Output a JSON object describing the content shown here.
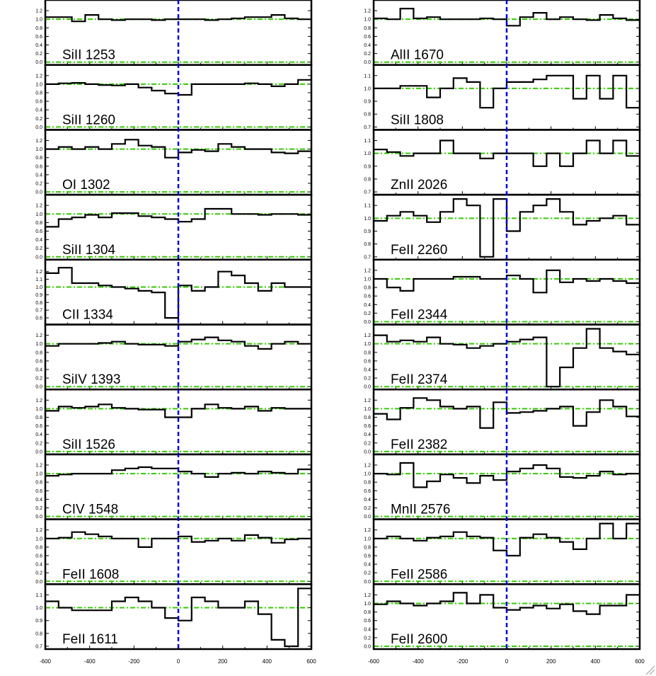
{
  "chart_data": {
    "type": "step-line",
    "x": {
      "range": [
        -600,
        600
      ],
      "ticks": [
        "-600",
        "-400",
        "-200",
        "0",
        "200",
        "400",
        "600"
      ]
    },
    "reference_lines": {
      "horizontal": [
        0.0,
        1.0
      ],
      "horizontal_color": "#33cc00",
      "vertical": 0,
      "vertical_color": "#0000dd"
    },
    "bin_edges": [
      -600,
      -540,
      -480,
      -420,
      -360,
      -300,
      -240,
      -180,
      -120,
      -60,
      0,
      60,
      120,
      180,
      240,
      300,
      360,
      420,
      480,
      540,
      600
    ],
    "columns": [
      {
        "panels": [
          {
            "label": "SiII 1253",
            "ylim": [
              0.0,
              1.35
            ],
            "yticks": [
              "0.0",
              "0.2",
              "0.4",
              "0.6",
              "0.8",
              "1.0",
              "1.2"
            ],
            "values": [
              1.05,
              1.05,
              0.95,
              1.1,
              1.0,
              0.98,
              1.0,
              1.0,
              0.98,
              1.0,
              1.0,
              1.0,
              0.98,
              1.0,
              1.02,
              1.05,
              1.05,
              1.1,
              1.02,
              1.0
            ]
          },
          {
            "label": "SiII 1260",
            "ylim": [
              0.0,
              1.35
            ],
            "yticks": [
              "0.0",
              "0.2",
              "0.4",
              "0.6",
              "0.8",
              "1.0",
              "1.2"
            ],
            "values": [
              1.0,
              1.02,
              1.03,
              1.0,
              0.98,
              0.97,
              1.0,
              0.92,
              0.85,
              0.78,
              0.75,
              1.0,
              1.0,
              1.0,
              1.0,
              1.02,
              1.0,
              0.95,
              1.0,
              1.1
            ]
          },
          {
            "label": "OI 1302",
            "ylim": [
              0.0,
              1.35
            ],
            "yticks": [
              "0.0",
              "0.2",
              "0.4",
              "0.6",
              "0.8",
              "1.0",
              "1.2"
            ],
            "values": [
              1.0,
              1.05,
              1.0,
              1.05,
              1.0,
              1.12,
              1.22,
              1.08,
              1.05,
              0.8,
              0.92,
              0.98,
              0.95,
              1.12,
              1.05,
              1.0,
              1.0,
              0.92,
              0.9,
              0.95
            ]
          },
          {
            "label": "SiII 1304",
            "ylim": [
              0.0,
              1.35
            ],
            "yticks": [
              "0.0",
              "0.2",
              "0.4",
              "0.6",
              "0.8",
              "1.0",
              "1.2"
            ],
            "values": [
              0.7,
              0.88,
              0.92,
              0.98,
              0.92,
              1.02,
              1.02,
              0.95,
              0.92,
              0.88,
              0.82,
              0.88,
              1.12,
              1.12,
              1.0,
              1.0,
              0.98,
              1.0,
              1.0,
              0.98
            ]
          },
          {
            "label": "CII 1334",
            "ylim": [
              0.55,
              1.3
            ],
            "yticks": [
              "0.6",
              "0.7",
              "0.8",
              "0.9",
              "1.0",
              "1.1",
              "1.2"
            ],
            "values": [
              1.18,
              1.25,
              1.05,
              1.05,
              1.02,
              1.0,
              0.98,
              0.95,
              0.93,
              0.6,
              1.02,
              0.95,
              1.0,
              1.2,
              1.15,
              1.05,
              0.95,
              1.05,
              1.0,
              1.0
            ]
          },
          {
            "label": "SiIV 1393",
            "ylim": [
              0.0,
              1.35
            ],
            "yticks": [
              "0.0",
              "0.2",
              "0.4",
              "0.6",
              "0.8",
              "1.0",
              "1.2"
            ],
            "values": [
              0.95,
              1.0,
              1.0,
              1.0,
              1.02,
              1.05,
              1.0,
              0.98,
              0.98,
              0.95,
              1.05,
              1.1,
              1.15,
              1.08,
              1.05,
              0.95,
              0.88,
              1.0,
              1.05,
              1.0
            ]
          },
          {
            "label": "SiII 1526",
            "ylim": [
              0.0,
              1.35
            ],
            "yticks": [
              "0.0",
              "0.2",
              "0.4",
              "0.6",
              "0.8",
              "1.0",
              "1.2"
            ],
            "values": [
              0.95,
              1.05,
              1.02,
              1.05,
              1.1,
              1.02,
              1.0,
              0.98,
              0.98,
              0.8,
              0.8,
              1.0,
              1.1,
              1.02,
              1.0,
              1.05,
              0.95,
              1.02,
              1.0,
              1.0
            ]
          },
          {
            "label": "CIV 1548",
            "ylim": [
              0.0,
              1.35
            ],
            "yticks": [
              "0.0",
              "0.2",
              "0.4",
              "0.6",
              "0.8",
              "1.0",
              "1.2"
            ],
            "values": [
              0.95,
              0.98,
              1.0,
              1.0,
              1.0,
              1.08,
              1.12,
              1.15,
              1.12,
              1.12,
              1.05,
              1.0,
              0.92,
              1.0,
              1.02,
              1.0,
              1.05,
              1.02,
              1.0,
              1.1
            ]
          },
          {
            "label": "FeII 1608",
            "ylim": [
              0.0,
              1.35
            ],
            "yticks": [
              "0.0",
              "0.2",
              "0.4",
              "0.6",
              "0.8",
              "1.0",
              "1.2"
            ],
            "values": [
              1.0,
              1.02,
              1.15,
              1.1,
              1.05,
              1.0,
              1.0,
              0.8,
              1.0,
              1.0,
              1.05,
              0.92,
              0.95,
              1.0,
              0.95,
              1.08,
              1.02,
              0.9,
              0.98,
              1.0
            ]
          },
          {
            "label": "FeII 1611",
            "ylim": [
              0.7,
              1.15
            ],
            "yticks": [
              "0.7",
              "0.8",
              "0.9",
              "1.0",
              "1.1"
            ],
            "values": [
              1.05,
              1.0,
              0.98,
              0.98,
              0.98,
              1.05,
              1.08,
              1.05,
              1.0,
              0.92,
              0.9,
              1.08,
              1.05,
              1.0,
              1.0,
              1.05,
              0.95,
              0.75,
              0.68,
              1.15
            ]
          }
        ]
      },
      {
        "panels": [
          {
            "label": "AlII 1670",
            "ylim": [
              0.0,
              1.35
            ],
            "yticks": [
              "0.0",
              "0.2",
              "0.4",
              "0.6",
              "0.8",
              "1.0",
              "1.2"
            ],
            "values": [
              1.02,
              1.0,
              1.25,
              1.02,
              1.05,
              1.0,
              1.0,
              1.0,
              1.02,
              1.0,
              0.85,
              1.05,
              1.15,
              1.0,
              1.05,
              1.0,
              0.98,
              1.1,
              1.02,
              0.98
            ]
          },
          {
            "label": "SiII 1808",
            "ylim": [
              0.7,
              1.15
            ],
            "yticks": [
              "0.7",
              "0.8",
              "0.9",
              "1.0",
              "1.1"
            ],
            "values": [
              1.0,
              1.0,
              1.02,
              1.02,
              0.93,
              1.0,
              1.08,
              1.05,
              0.85,
              1.0,
              1.05,
              1.05,
              1.07,
              1.1,
              1.1,
              0.92,
              1.1,
              0.92,
              1.1,
              0.85
            ]
          },
          {
            "label": "ZnII 2026",
            "ylim": [
              0.7,
              1.15
            ],
            "yticks": [
              "0.7",
              "0.8",
              "0.9",
              "1.0",
              "1.1"
            ],
            "values": [
              1.03,
              1.01,
              0.98,
              1.0,
              1.0,
              1.1,
              1.0,
              1.0,
              0.96,
              1.0,
              1.0,
              1.0,
              0.9,
              1.0,
              0.9,
              1.0,
              1.1,
              1.0,
              1.1,
              0.98
            ]
          },
          {
            "label": "FeII 2260",
            "ylim": [
              0.7,
              1.15
            ],
            "yticks": [
              "0.7",
              "0.8",
              "0.9",
              "1.0",
              "1.1"
            ],
            "values": [
              0.98,
              1.02,
              1.05,
              1.02,
              0.97,
              1.05,
              1.15,
              1.1,
              0.7,
              1.15,
              0.9,
              1.05,
              1.1,
              1.15,
              1.05,
              0.95,
              0.98,
              1.0,
              1.02,
              0.95
            ]
          },
          {
            "label": "FeII 2344",
            "ylim": [
              0.0,
              1.35
            ],
            "yticks": [
              "0.0",
              "0.2",
              "0.4",
              "0.6",
              "0.8",
              "1.0",
              "1.2"
            ],
            "values": [
              1.0,
              0.8,
              0.72,
              1.0,
              1.0,
              1.0,
              1.05,
              1.05,
              1.0,
              1.0,
              1.08,
              1.0,
              0.68,
              1.2,
              0.92,
              1.0,
              0.95,
              1.0,
              0.95,
              0.9
            ]
          },
          {
            "label": "FeII 2374",
            "ylim": [
              0.0,
              1.35
            ],
            "yticks": [
              "0.0",
              "0.2",
              "0.4",
              "0.6",
              "0.8",
              "1.0",
              "1.2"
            ],
            "values": [
              1.2,
              1.05,
              1.08,
              1.05,
              1.15,
              1.0,
              0.98,
              0.9,
              0.95,
              1.0,
              1.05,
              1.1,
              1.15,
              0.0,
              0.45,
              0.9,
              1.4,
              0.9,
              0.82,
              0.75
            ]
          },
          {
            "label": "FeII 2382",
            "ylim": [
              0.0,
              1.35
            ],
            "yticks": [
              "0.0",
              "0.2",
              "0.4",
              "0.6",
              "0.8",
              "1.0",
              "1.2"
            ],
            "values": [
              0.88,
              0.75,
              1.02,
              1.25,
              1.2,
              1.05,
              1.0,
              1.05,
              0.55,
              1.15,
              0.9,
              0.92,
              0.95,
              1.0,
              1.05,
              0.6,
              0.92,
              1.2,
              1.05,
              0.82
            ]
          },
          {
            "label": "MnII 2576",
            "ylim": [
              0.0,
              1.35
            ],
            "yticks": [
              "0.0",
              "0.2",
              "0.4",
              "0.6",
              "0.8",
              "1.0",
              "1.2"
            ],
            "values": [
              1.0,
              0.98,
              1.25,
              0.68,
              0.82,
              0.98,
              0.9,
              0.78,
              0.95,
              0.85,
              1.05,
              1.12,
              1.2,
              1.12,
              0.92,
              0.9,
              0.95,
              1.05,
              0.98,
              1.0
            ]
          },
          {
            "label": "FeII 2586",
            "ylim": [
              0.0,
              1.35
            ],
            "yticks": [
              "0.0",
              "0.2",
              "0.4",
              "0.6",
              "0.8",
              "1.0",
              "1.2"
            ],
            "values": [
              1.0,
              1.05,
              1.0,
              0.95,
              1.02,
              1.05,
              1.15,
              1.05,
              1.02,
              0.72,
              0.6,
              1.02,
              1.1,
              1.02,
              0.92,
              0.75,
              1.0,
              1.4,
              1.0,
              1.4
            ]
          },
          {
            "label": "FeII 2600",
            "ylim": [
              0.0,
              1.35
            ],
            "yticks": [
              "0.0",
              "0.2",
              "0.4",
              "0.6",
              "0.8",
              "1.0",
              "1.2"
            ],
            "values": [
              0.98,
              1.05,
              1.0,
              0.95,
              1.0,
              1.05,
              1.25,
              1.0,
              1.2,
              0.9,
              0.85,
              0.9,
              0.95,
              0.88,
              0.98,
              0.82,
              0.75,
              0.95,
              0.95,
              1.2
            ]
          }
        ]
      }
    ]
  }
}
